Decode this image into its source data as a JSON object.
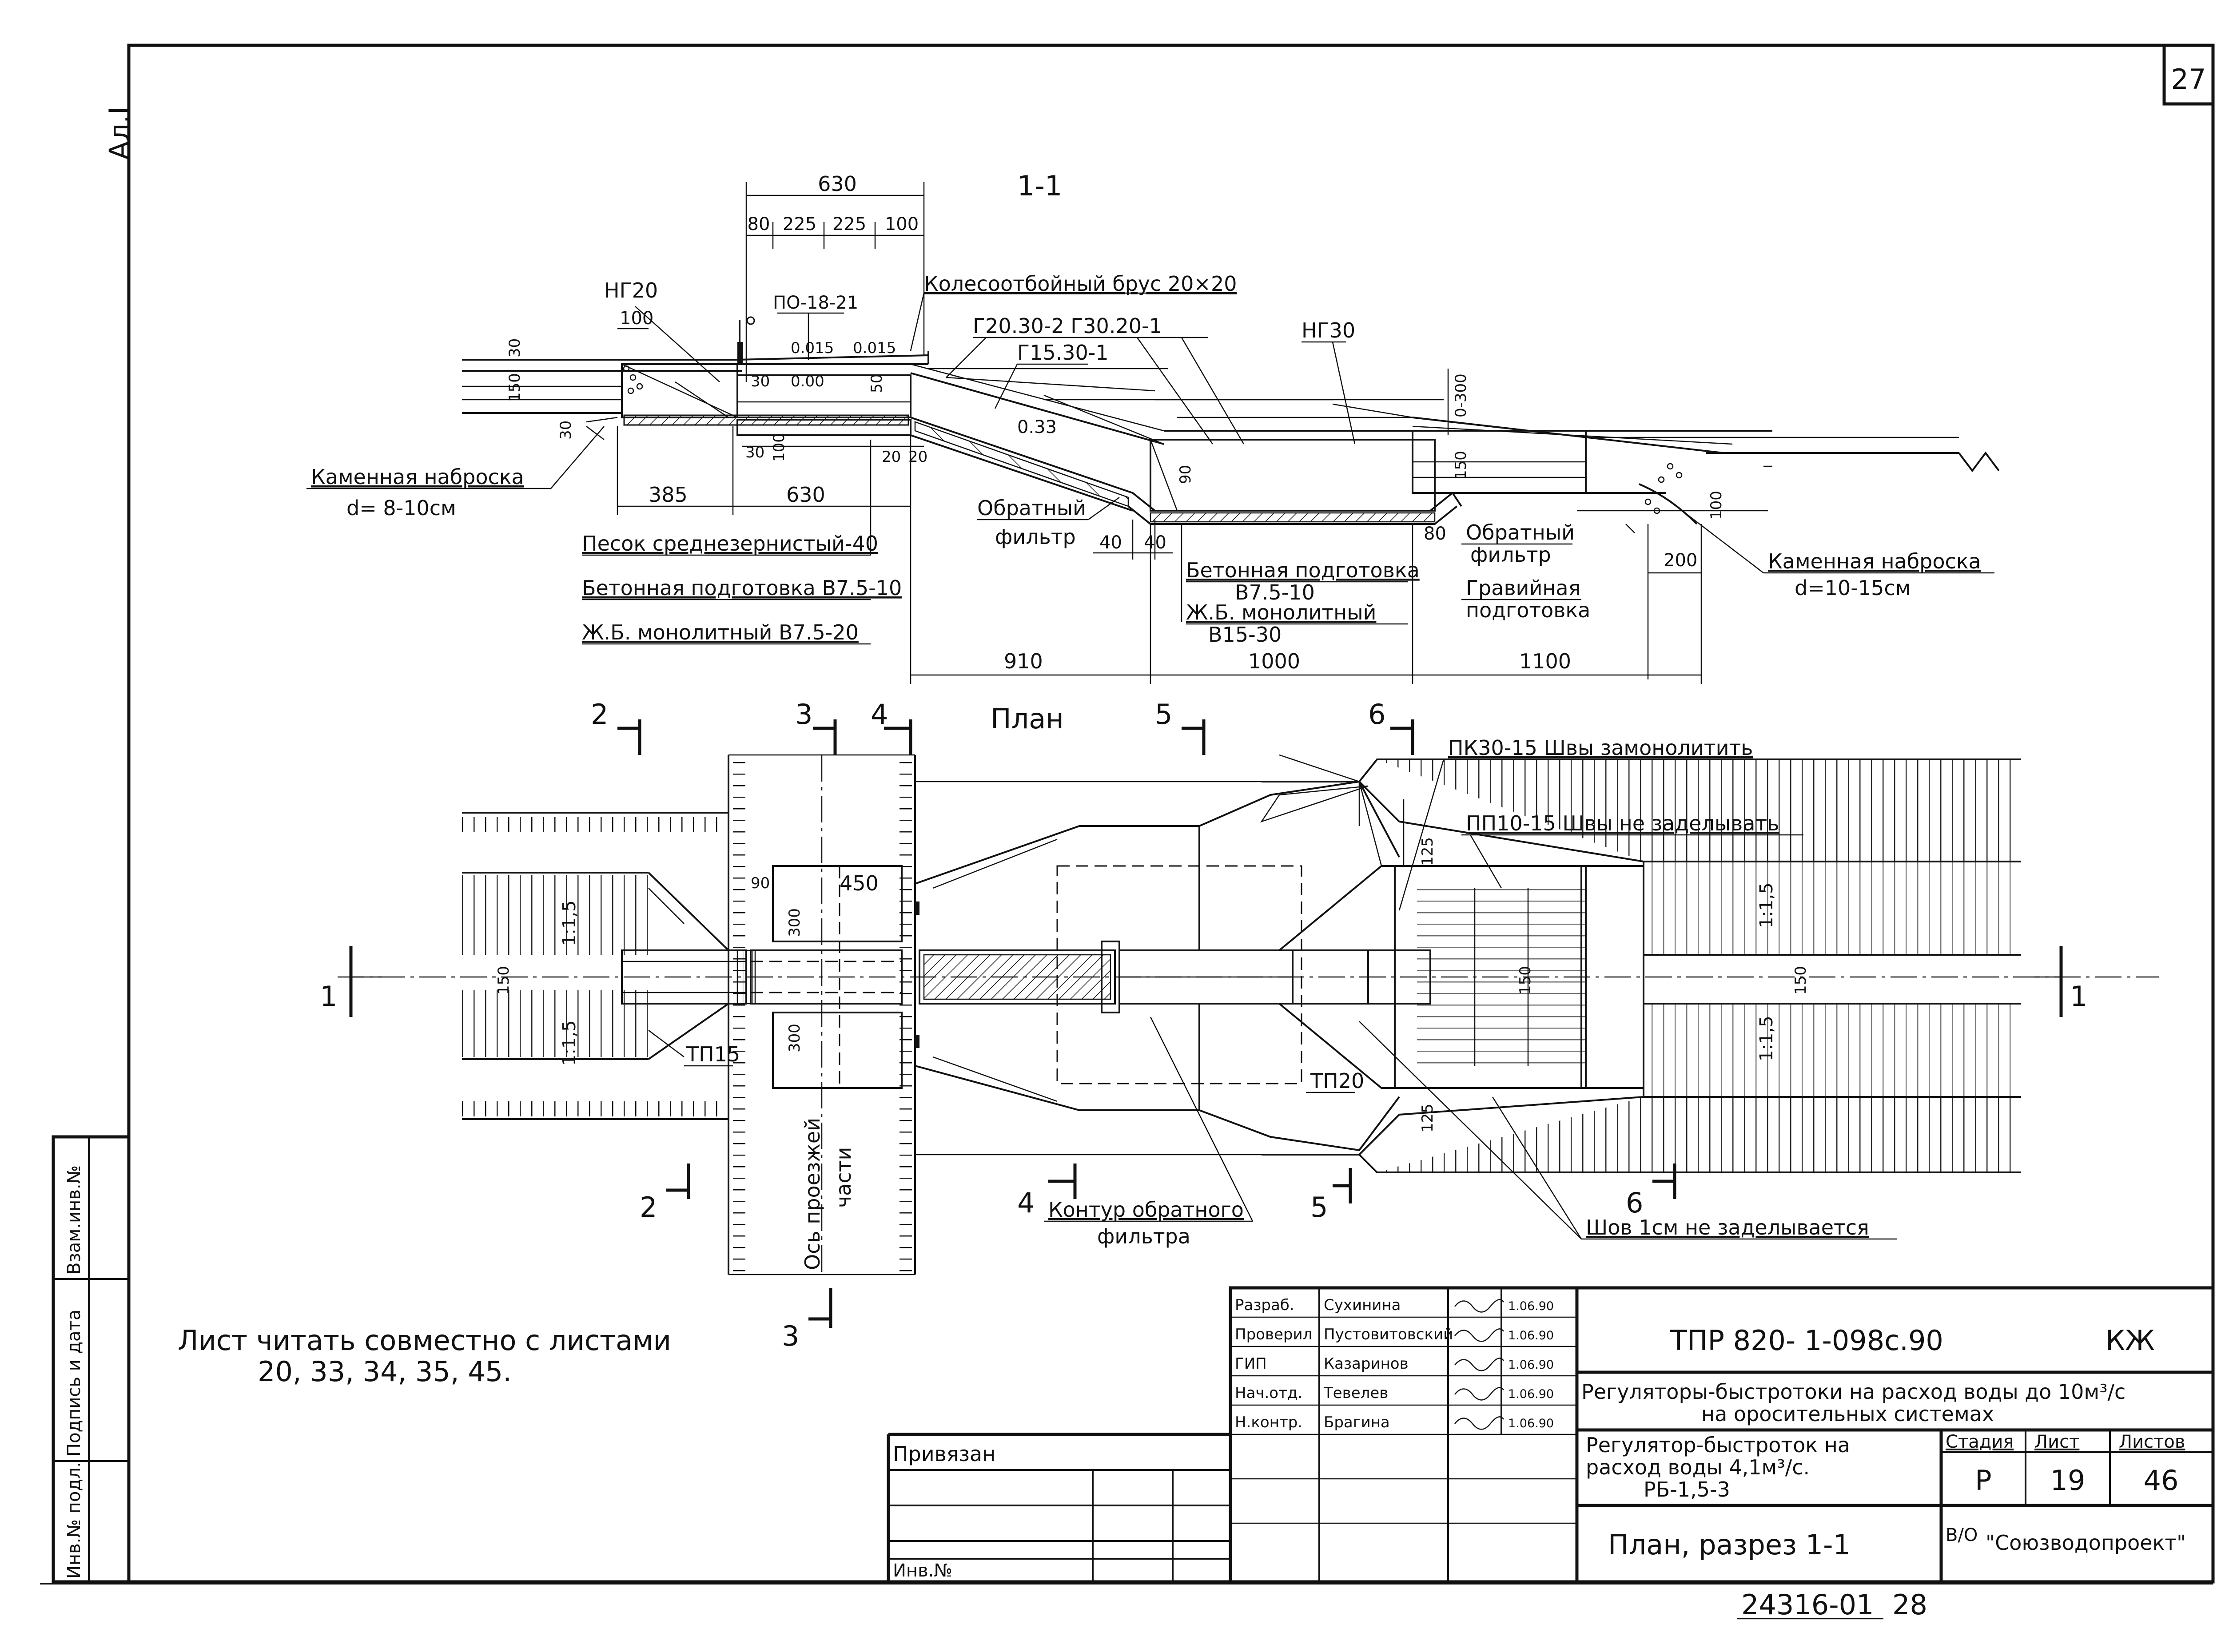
{
  "sheet": {
    "number": "27",
    "side_mark": "Ал.I",
    "bottom_code": "24316-01",
    "bottom_page": "28",
    "note_line1": "Лист читать совместно с листами",
    "note_line2": "20, 33, 34, 35, 45."
  },
  "section": {
    "title": "1-1",
    "top_dims": [
      "630",
      "80",
      "225",
      "225",
      "100"
    ],
    "labels": {
      "ng20": "НГ20",
      "ng20_dim": "100",
      "po": "ПО-18-21",
      "slope1": "0.015",
      "slope2": "0.015",
      "zero": "0.00",
      "kolesoot": "Колесоотбойный брус 20×20",
      "g1": "Г20.30-2 Г30.20-1",
      "g2": "Г15.30-1",
      "ng30": "НГ30",
      "slope033": "0.33",
      "d30a": "30",
      "d150": "150",
      "d30b": "30",
      "d30c": "30",
      "d50": "50",
      "d30d": "30",
      "d100a": "100",
      "d20a": "20",
      "d20b": "20",
      "d90": "90",
      "d150b": "150",
      "d300": "0-300",
      "d100b": "100",
      "d80": "80",
      "d40a": "40",
      "d40b": "40",
      "d200": "200",
      "kam1": "Каменная наброска",
      "kam1d": "d= 8-10см",
      "d385": "385",
      "d630b": "630",
      "pesok": "Песок среднезернистый-40",
      "beton1": "Бетонная подготовка В7.5-10",
      "zhb1": "Ж.Б. монолитный В7.5-20",
      "obr1a": "Обратный",
      "obr1b": "фильтр",
      "beton2a": "Бетонная подготовка",
      "beton2b": "В7.5-10",
      "zhb2a": "Ж.Б. монолитный",
      "zhb2b": "В15-30",
      "obr2a": "Обратный",
      "obr2b": "фильтр",
      "grav1": "Гравийная",
      "grav2": "подготовка",
      "kam2": "Каменная наброска",
      "kam2d": "d=10-15см",
      "d910": "910",
      "d1000": "1000",
      "d1100": "1100"
    }
  },
  "plan": {
    "title": "План",
    "cuts": {
      "c1l": "1",
      "c1r": "1",
      "c2t": "2",
      "c2b": "2",
      "c3t": "3",
      "c3b": "3",
      "c4t": "4",
      "c4b": "4",
      "c5t": "5",
      "c5b": "5",
      "c6t": "6",
      "c6b": "6"
    },
    "labels": {
      "pk": "ПК30-15 Швы замонолитить",
      "pp": "ПП10-15 Швы не заделывать",
      "slope_a": "1:1,5",
      "slope_b": "1:1,5",
      "slope_c": "1:1,5",
      "slope_d": "1:1,5",
      "d150a": "150",
      "d150b": "150",
      "d150c": "150",
      "d90": "90",
      "d450": "450",
      "d300a": "300",
      "d300b": "300",
      "d125a": "125",
      "d125b": "125",
      "tp15": "ТП15",
      "tp20": "ТП20",
      "axis1": "Ось проезжей",
      "axis2": "части",
      "kontur1": "Контур обратного",
      "kontur2": "фильтра",
      "shov": "Шов 1см не заделывается"
    }
  },
  "left_stamp": {
    "inv": "Инв.№ подл.",
    "sign": "Подпись и дата",
    "vzam": "Взам.инв.№"
  },
  "title_block": {
    "rows": [
      {
        "role": "Разраб.",
        "name": "Сухинина",
        "date": "1.06.90"
      },
      {
        "role": "Проверил",
        "name": "Пустовитовский",
        "date": "1.06.90"
      },
      {
        "role": "ГИП",
        "name": "Казаринов",
        "date": "1.06.90"
      },
      {
        "role": "Нач.отд.",
        "name": "Тевелев",
        "date": "1.06.90"
      },
      {
        "role": "Н.контр.",
        "name": "Брагина",
        "date": "1.06.90"
      }
    ],
    "privyazan": "Привязан",
    "inv_no": "Инв.№",
    "code": "ТПР 820- 1-098с.90",
    "mark": "КЖ",
    "project1": "Регуляторы-быстротоки на расход воды до 10м³/с",
    "project2": "на оросительных системах",
    "item1": "Регулятор-быстроток на",
    "item2": "расход воды 4,1м³/с.",
    "item3": "РБ-1,5-3",
    "stage_h": "Стадия",
    "sheet_h": "Лист",
    "sheets_h": "Листов",
    "stage": "Р",
    "sheet": "19",
    "sheets": "46",
    "drawing": "План, разрез 1-1",
    "org_prefix": "В/О",
    "org": "\"Союзводопроект\""
  }
}
